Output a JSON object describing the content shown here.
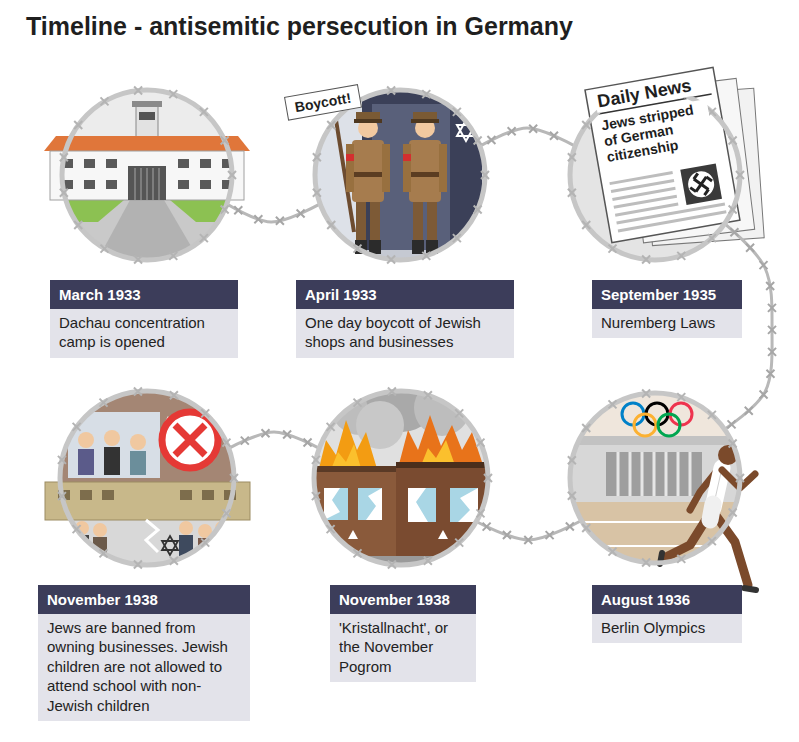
{
  "diagram": {
    "title": "Timeline - antisemitic persecution in Germany",
    "nodes": [
      {
        "text": [
          "March 1933",
          "Dachau concentration camp is opened"
        ]
      },
      {
        "text": [
          "April 1933",
          "One day boycott of Jewish shops and businesses"
        ]
      },
      {
        "text": [
          "September 1935",
          "Nuremberg Laws"
        ]
      },
      {
        "text": [
          "November 1938",
          "Jews are banned from owning businesses. Jewish children are not allowed to attend school with non-Jewish children"
        ]
      },
      {
        "text": [
          "November 1938",
          "'Kristallnacht', or the November Pogrom"
        ]
      },
      {
        "text": [
          "August 1936",
          "Berlin Olympics"
        ]
      }
    ],
    "edges": [
      {
        "from": 0,
        "to": 1,
        "arrow": "none"
      },
      {
        "from": 1,
        "to": 2,
        "arrow": "none"
      },
      {
        "from": 2,
        "to": 5,
        "arrow": "none"
      },
      {
        "from": 5,
        "to": 4,
        "arrow": "none"
      },
      {
        "from": 4,
        "to": 3,
        "arrow": "none"
      }
    ],
    "labels": [
      "Boycott!",
      "Daily News",
      "Jews stripped of German citizenship"
    ]
  }
}
